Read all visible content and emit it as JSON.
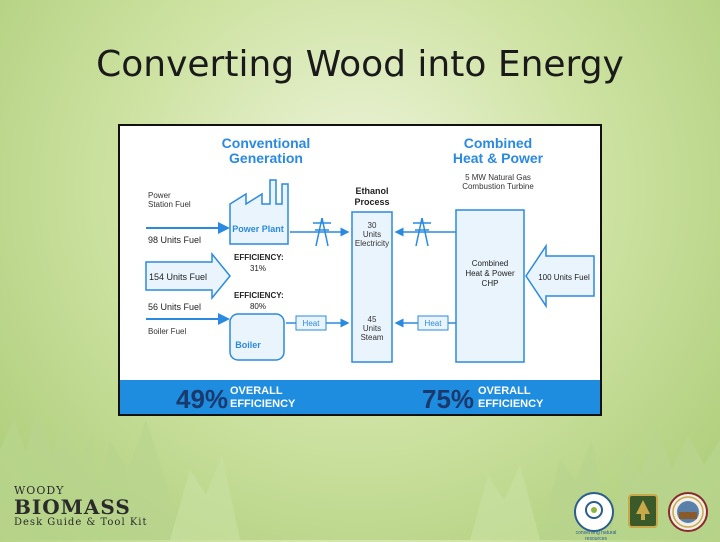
{
  "slide": {
    "title": "Converting Wood into Energy"
  },
  "diagram": {
    "left_heading_line1": "Conventional",
    "left_heading_line2": "Generation",
    "right_heading_line1": "Combined",
    "right_heading_line2": "Heat & Power",
    "turbine_line1": "5 MW Natural Gas",
    "turbine_line2": "Combustion Turbine",
    "ethanol_line1": "Ethanol",
    "ethanol_line2": "Process",
    "power_station_line1": "Power",
    "power_station_line2": "Station Fuel",
    "fuel_98": "98 Units Fuel",
    "fuel_154": "154 Units Fuel",
    "fuel_56": "56 Units Fuel",
    "boiler_fuel": "Boiler Fuel",
    "power_plant": "Power Plant",
    "efficiency_label": "EFFICIENCY:",
    "efficiency_plant": "31%",
    "efficiency_boiler": "80%",
    "boiler": "Boiler",
    "electricity_line1": "30",
    "electricity_line2": "Units",
    "electricity_line3": "Electricity",
    "steam_line1": "45",
    "steam_line2": "Units",
    "steam_line3": "Steam",
    "heat_left": "Heat",
    "heat_right": "Heat",
    "chp_line1": "Combined",
    "chp_line2": "Heat & Power",
    "chp_line3": "CHP",
    "fuel_100": "100 Units Fuel",
    "overall_left_pct": "49%",
    "overall_right_pct": "75%",
    "overall_line1": "OVERALL",
    "overall_line2": "EFFICIENCY"
  },
  "footer": {
    "logo_small": "WOODY",
    "logo_big": "BIOMASS",
    "logo_sub": "Desk Guide & Tool Kit",
    "seal_text": "conserving natural resources"
  },
  "colors": {
    "diagram_blue": "#2a8ae0",
    "box_fill": "#eaf4fc",
    "bar_blue": "#1f8ddf"
  }
}
